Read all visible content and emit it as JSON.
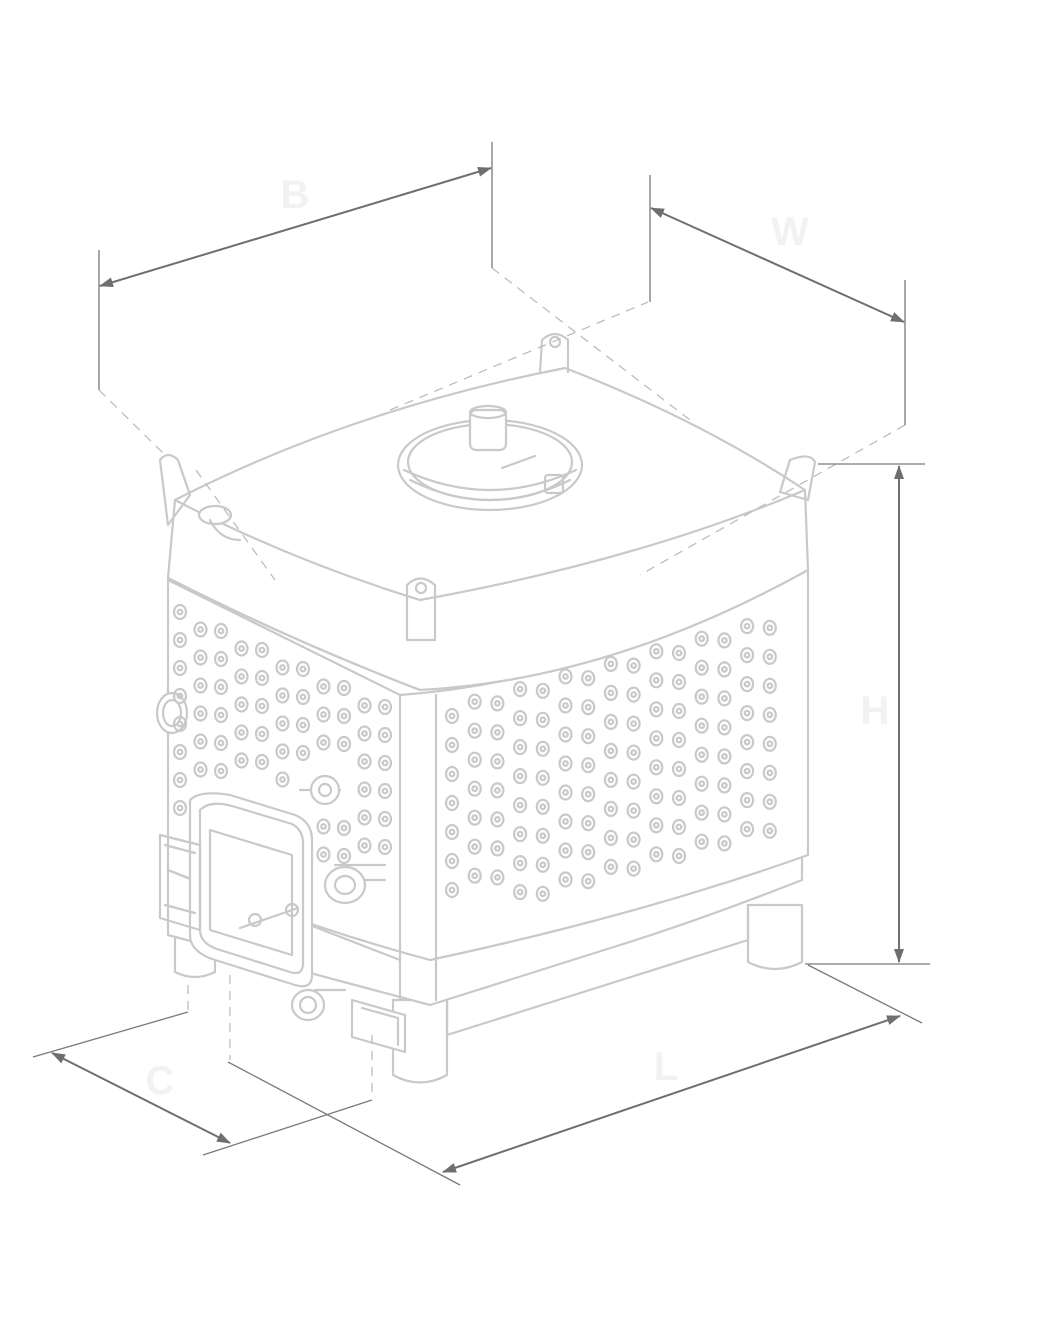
{
  "dimensions": {
    "B": "B",
    "W": "W",
    "H": "H",
    "L": "L",
    "C": "C"
  },
  "colors": {
    "tank_line": "#c9c9c9",
    "dimension_line": "#6f6f6f",
    "label": "#f2f2f2"
  },
  "icons": [
    "arrow-head"
  ]
}
